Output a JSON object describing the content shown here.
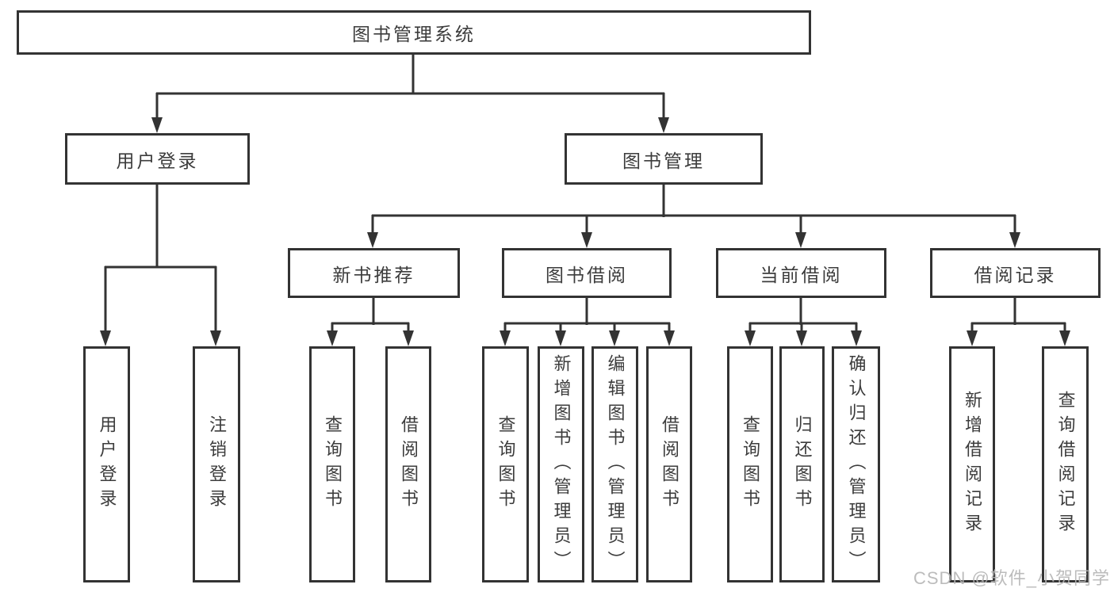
{
  "root": {
    "label": "图书管理系统"
  },
  "user_login": {
    "label": "用户登录",
    "children": [
      {
        "label": "用户登录"
      },
      {
        "label": "注销登录"
      }
    ]
  },
  "book_management": {
    "label": "图书管理",
    "groups": [
      {
        "label": "新书推荐",
        "children": [
          {
            "label": "查询图书"
          },
          {
            "label": "借阅图书"
          }
        ]
      },
      {
        "label": "图书借阅",
        "children": [
          {
            "label": "查询图书"
          },
          {
            "label": "新增图书（管理员）"
          },
          {
            "label": "编辑图书（管理员）"
          },
          {
            "label": "借阅图书"
          }
        ]
      },
      {
        "label": "当前借阅",
        "children": [
          {
            "label": "查询图书"
          },
          {
            "label": "归还图书"
          },
          {
            "label": "确认归还（管理员）"
          }
        ]
      },
      {
        "label": "借阅记录",
        "children": [
          {
            "label": "新增借阅记录"
          },
          {
            "label": "查询借阅记录"
          }
        ]
      }
    ]
  },
  "watermark": "CSDN @软件_小贺同学",
  "colors": {
    "line": "#333333",
    "text": "#3c3c3c",
    "watermark": "#b5b5b5",
    "background": "#ffffff"
  }
}
